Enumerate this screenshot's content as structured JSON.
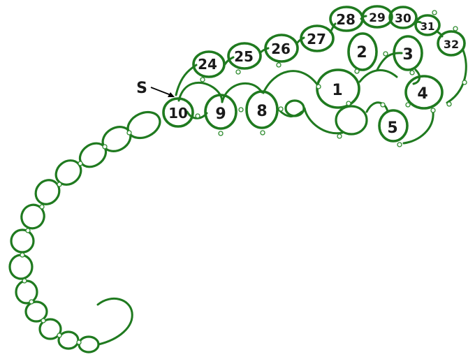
{
  "diagram": {
    "start_marker": "S",
    "ring_numbers": [
      "1",
      "2",
      "3",
      "4",
      "5",
      "8",
      "9",
      "10",
      "24",
      "25",
      "26",
      "27",
      "28",
      "29",
      "30",
      "31",
      "32"
    ],
    "colors": {
      "thread": "#1f7a1f",
      "label": "#1a1a1a"
    }
  }
}
